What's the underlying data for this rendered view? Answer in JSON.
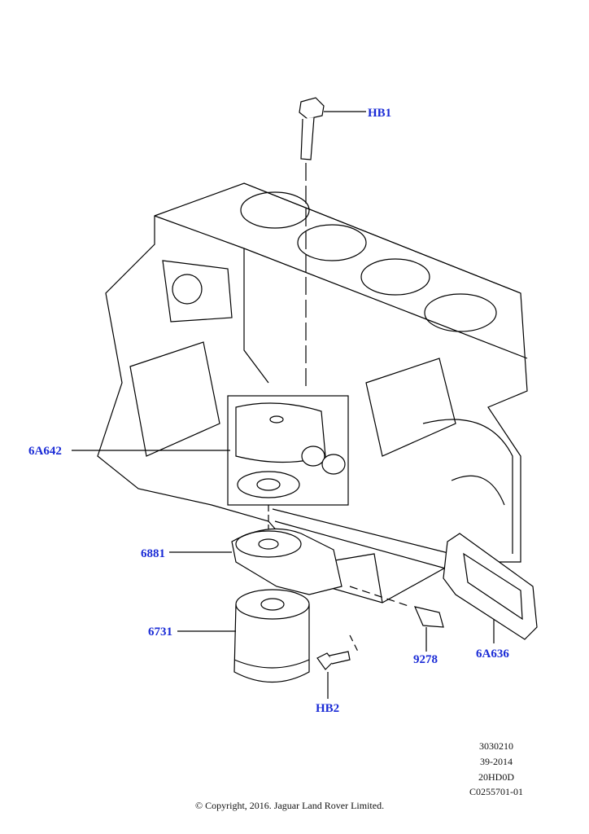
{
  "callouts": {
    "hb1": "HB1",
    "p6a642": "6A642",
    "p6881": "6881",
    "p6731": "6731",
    "p9278": "9278",
    "p6a636": "6A636",
    "hb2": "HB2"
  },
  "meta": {
    "line1": "3030210",
    "line2": "39-2014",
    "line3": "20HD0D",
    "line4": "C0255701-01"
  },
  "copyright": "© Copyright, 2016. Jaguar Land Rover Limited.",
  "colors": {
    "callout": "#1a2bd6",
    "line": "#000000"
  }
}
